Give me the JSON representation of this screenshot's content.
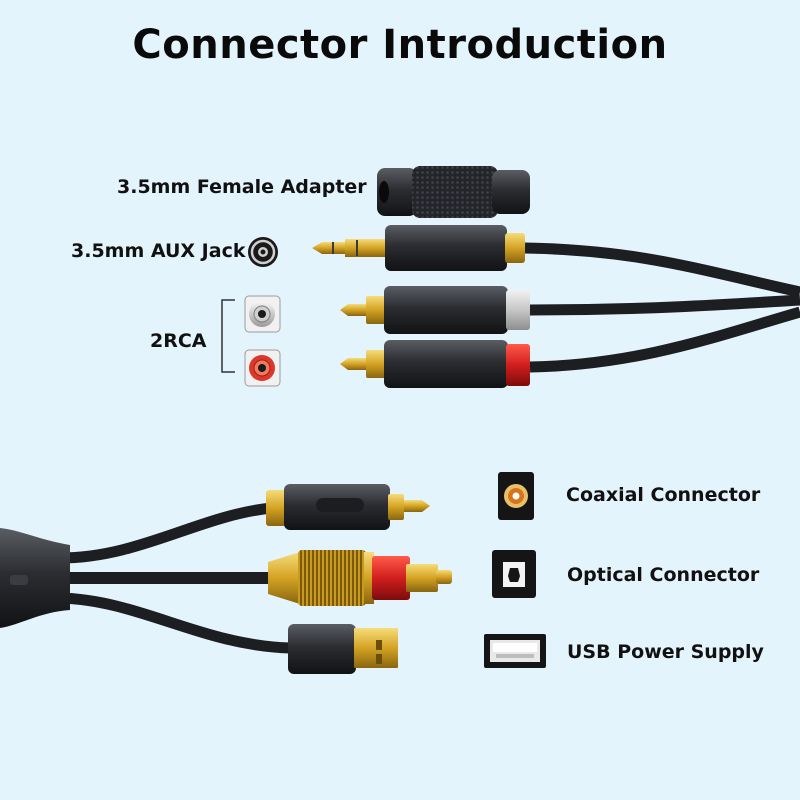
{
  "page": {
    "title": "Connector Introduction"
  },
  "top_group": {
    "female_adapter_label": "3.5mm Female Adapter",
    "aux_jack_label": "3.5mm AUX Jack",
    "rca_label": "2RCA"
  },
  "bottom_group": {
    "coaxial_label": "Coaxial Connector",
    "optical_label": "Optical Connector",
    "usb_label": "USB Power Supply"
  },
  "colors": {
    "background": "#e4f4fc",
    "cable": "#2a2c30",
    "gold": "#d6a822",
    "rca_white": "#cfcfcf",
    "rca_red": "#d11e1e"
  },
  "icons": {
    "aux_port": "aux-jack-port-icon",
    "rca_white_port": "rca-white-port-icon",
    "rca_red_port": "rca-red-port-icon",
    "coaxial_port": "coaxial-port-icon",
    "optical_port": "optical-port-icon",
    "usb_port": "usb-port-icon"
  }
}
